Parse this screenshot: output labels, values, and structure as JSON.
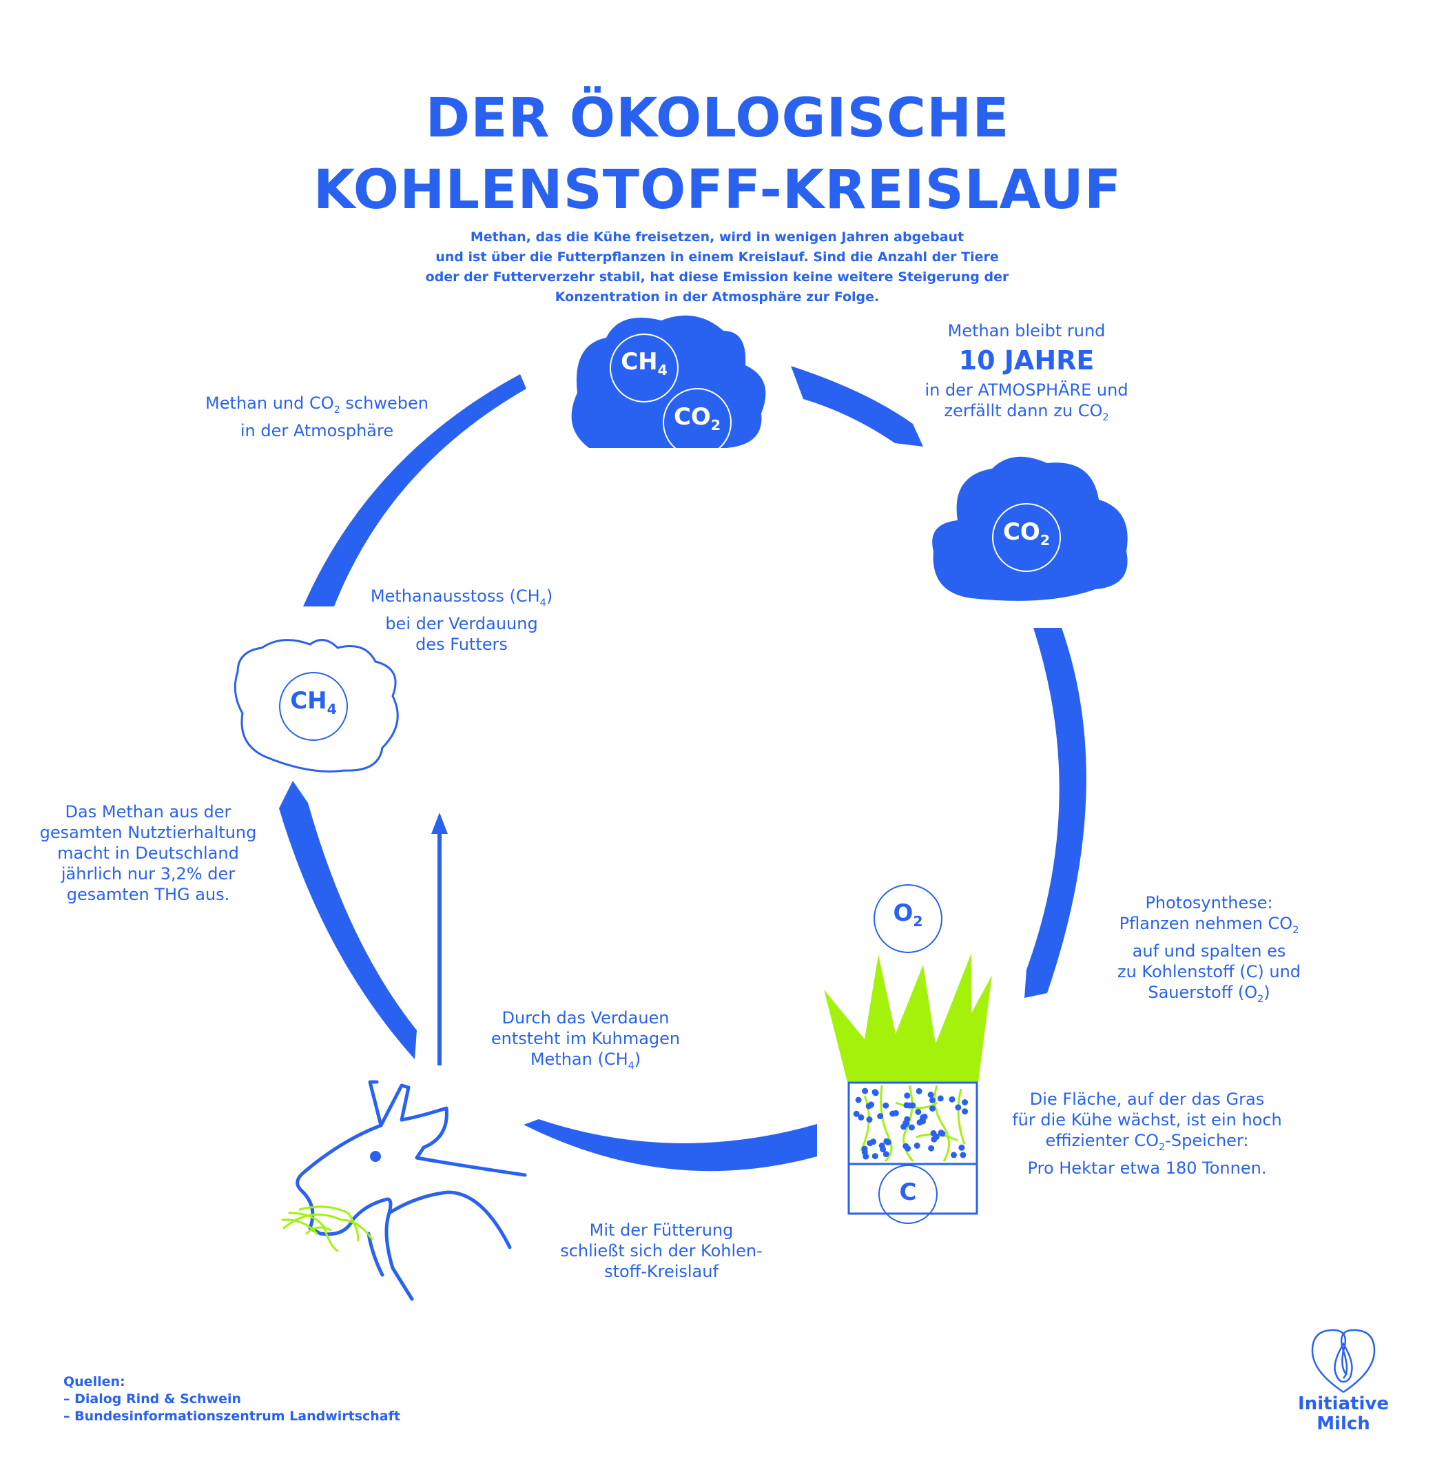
{
  "title": {
    "line1": "DER ÖKOLOGISCHE",
    "line2": "KOHLENSTOFF-KREISLAUF"
  },
  "intro": {
    "line1": "Methan, das die Kühe freisetzen, wird in wenigen Jahren abgebaut",
    "line2": "und ist über die Futterpflanzen in einem Kreislauf. Sind die Anzahl der Tiere",
    "line3": "oder der Futterverzehr stabil, hat diese Emission keine weitere Steigerung der",
    "line4": "Konzentration in der Atmosphäre zur Folge."
  },
  "labels": {
    "methane_remains": {
      "line1": "Methan bleibt rund",
      "big": "10 JAHRE",
      "line3": "in der ATMOSPHÄRE und",
      "line4a": "zerfällt dann zu CO",
      "line4sub": "2"
    },
    "float_atmosphere": {
      "line1a": "Methan und CO",
      "line1sub": "2",
      "line1b": " schweben",
      "line2": "in der Atmosphäre"
    },
    "digestion_emission": {
      "line1a": "Methanausstoss (CH",
      "line1sub": "4",
      "line1b": ")",
      "line2": "bei der Verdauung",
      "line3": "des Futters"
    },
    "livestock_share": {
      "line1": "Das Methan aus der",
      "line2": "gesamten Nutztierhaltung",
      "line3": "macht in Deutschland",
      "line4": "jährlich nur 3,2% der",
      "line5": "gesamten THG aus."
    },
    "photosynthesis": {
      "line1": "Photosynthese:",
      "line2a": "Pflanzen nehmen  CO",
      "line2sub": "2",
      "line3": "auf und spalten es",
      "line4": "zu Kohlenstoff (C) und",
      "line5a": "Sauerstoff (O",
      "line5sub": "2",
      "line5b": ")"
    },
    "stomach": {
      "line1": "Durch das Verdauen",
      "line2": "entsteht im Kuhmagen",
      "line3a": "Methan (CH",
      "line3sub": "4",
      "line3b": ")"
    },
    "storage": {
      "line1": "Die Fläche, auf der das Gras",
      "line2": "für die Kühe wächst, ist ein hoch",
      "line3a": "effizienter CO",
      "line3sub": "2",
      "line3b": "-Speicher:",
      "line4": "Pro Hektar etwa 180 Tonnen."
    },
    "feeding": {
      "line1": "Mit der Fütterung",
      "line2": "schließt sich der Kohlen-",
      "line3": "stoff-Kreislauf"
    }
  },
  "molecules": {
    "ch4": "CH",
    "ch4_sub": "4",
    "co2": "CO",
    "co2_sub": "2",
    "o2": "O",
    "o2_sub": "2",
    "c": "C"
  },
  "sources": {
    "heading": "Quellen:",
    "item1": "– Dialog Rind & Schwein",
    "item2": "– Bundesinformationszentrum Landwirtschaft"
  },
  "logo": {
    "line1": "Initiative",
    "line2": "Milch"
  },
  "colors": {
    "blue": "#2962f0",
    "green": "#a4f20c",
    "white": "#ffffff"
  }
}
